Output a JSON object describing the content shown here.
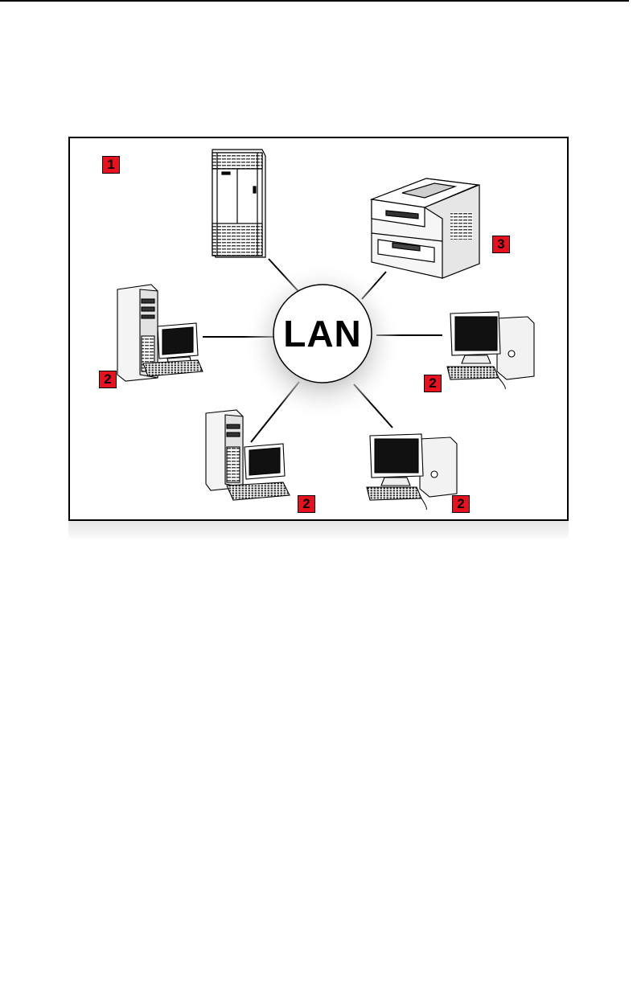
{
  "diagram": {
    "hub_label": "LAN",
    "callouts": {
      "mainframe": "1",
      "printer": "3",
      "pc_left": "2",
      "mac_right": "2",
      "pc_bottom": "2",
      "mac_bottom": "2"
    },
    "colors": {
      "callout_fill": "#e8121e",
      "line": "#000000",
      "hub_fill": "#ffffff"
    },
    "icons": {
      "mainframe": "mainframe-server-icon",
      "printer": "color-laser-printer-icon",
      "pc": "desktop-tower-pc-icon",
      "mac": "macintosh-computer-icon"
    }
  }
}
